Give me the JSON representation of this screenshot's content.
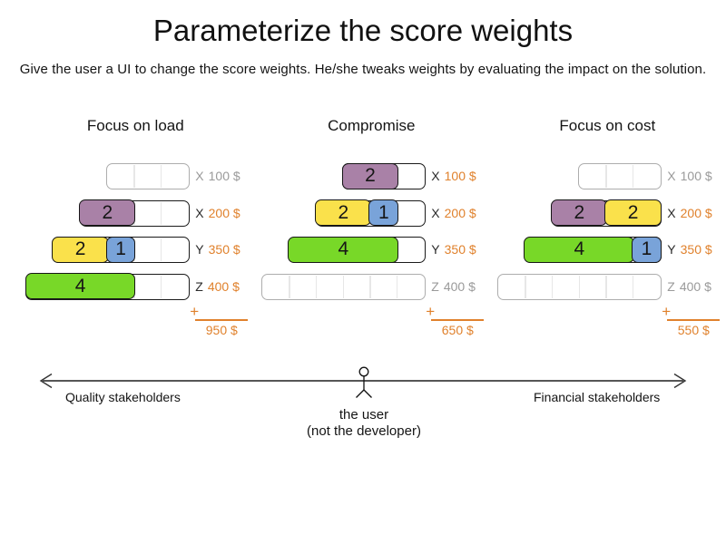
{
  "title": "Parameterize the score weights",
  "subtitle": "Give the user a UI to change the score weights. He/she tweaks weights by evaluating the impact on the solution.",
  "sum_symbol": "+",
  "colors": {
    "accent_orange": "#e0812c",
    "inactive_gray": "#9a9a9a",
    "block_purple": "#a981a7",
    "block_yellow": "#fae14b",
    "block_blue": "#79a3d9",
    "block_green": "#78d828",
    "box_border_active": "#1a1a1a",
    "box_border_inactive": "#adadad"
  },
  "columns": [
    {
      "header": "Focus on load",
      "rows": [
        {
          "constraint": "X",
          "price": "100 $",
          "active": false,
          "segments": 3,
          "blocks": []
        },
        {
          "constraint": "X",
          "price": "200 $",
          "active": true,
          "segments": 4,
          "blocks": [
            {
              "value": "2",
              "span": 2,
              "color": "purple"
            }
          ]
        },
        {
          "constraint": "Y",
          "price": "350 $",
          "active": true,
          "segments": 5,
          "blocks": [
            {
              "value": "2",
              "span": 2,
              "color": "yellow"
            },
            {
              "value": "1",
              "span": 1,
              "color": "blue"
            }
          ]
        },
        {
          "constraint": "Z",
          "price": "400 $",
          "active": true,
          "segments": 6,
          "blocks": [
            {
              "value": "4",
              "span": 4,
              "color": "green"
            }
          ]
        }
      ],
      "total": "950 $"
    },
    {
      "header": "Compromise",
      "rows": [
        {
          "constraint": "X",
          "price": "100 $",
          "active": true,
          "segments": 3,
          "blocks": [
            {
              "value": "2",
              "span": 2,
              "color": "purple"
            }
          ]
        },
        {
          "constraint": "X",
          "price": "200 $",
          "active": true,
          "segments": 4,
          "blocks": [
            {
              "value": "2",
              "span": 2,
              "color": "yellow"
            },
            {
              "value": "1",
              "span": 1,
              "color": "blue"
            }
          ]
        },
        {
          "constraint": "Y",
          "price": "350 $",
          "active": true,
          "segments": 5,
          "blocks": [
            {
              "value": "4",
              "span": 4,
              "color": "green"
            }
          ]
        },
        {
          "constraint": "Z",
          "price": "400 $",
          "active": false,
          "segments": 6,
          "blocks": []
        }
      ],
      "total": "650 $"
    },
    {
      "header": "Focus on cost",
      "rows": [
        {
          "constraint": "X",
          "price": "100 $",
          "active": false,
          "segments": 3,
          "blocks": []
        },
        {
          "constraint": "X",
          "price": "200 $",
          "active": true,
          "segments": 4,
          "blocks": [
            {
              "value": "2",
              "span": 2,
              "color": "purple"
            },
            {
              "value": "2",
              "span": 2,
              "color": "yellow"
            }
          ]
        },
        {
          "constraint": "Y",
          "price": "350 $",
          "active": true,
          "segments": 5,
          "blocks": [
            {
              "value": "4",
              "span": 4,
              "color": "green"
            },
            {
              "value": "1",
              "span": 1,
              "color": "blue"
            }
          ]
        },
        {
          "constraint": "Z",
          "price": "400 $",
          "active": false,
          "segments": 6,
          "blocks": []
        }
      ],
      "total": "550 $"
    }
  ],
  "axis": {
    "left_label": "Quality stakeholders",
    "right_label": "Financial stakeholders",
    "user_line1": "the user",
    "user_line2": "(not the developer)"
  }
}
